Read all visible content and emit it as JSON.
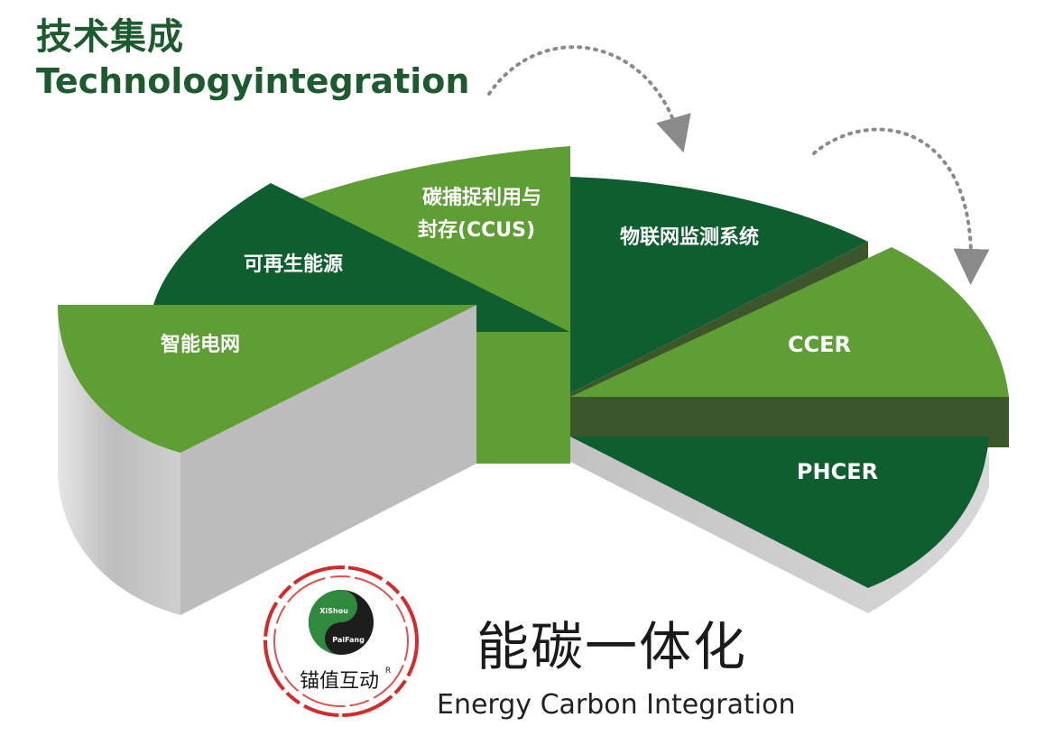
{
  "header": {
    "title_cn": "技术集成",
    "title_en": "Technologyintegration"
  },
  "segments": [
    {
      "id": "smart-grid",
      "label": "智能电网"
    },
    {
      "id": "renewable",
      "label": "可再生能源"
    },
    {
      "id": "ccus",
      "label_line1": "碳捕捉利用与",
      "label_line2": "封存(CCUS)"
    },
    {
      "id": "iot",
      "label": "物联网监测系统"
    },
    {
      "id": "ccer",
      "label": "CCER"
    },
    {
      "id": "phcer",
      "label": "PHCER"
    }
  ],
  "logo": {
    "text_top": "XiShou",
    "text_bottom": "PaiFang",
    "name": "锚值互动",
    "registered": "R"
  },
  "footer": {
    "title_cn": "能碳一体化",
    "title_en": "Energy Carbon Integration"
  },
  "colors": {
    "dark_green": "#0e5e30",
    "light_green": "#5e9e34",
    "olive_side": "#3c552a",
    "gray_side": "#c9c9c9",
    "title_green": "#1d5a2e"
  }
}
